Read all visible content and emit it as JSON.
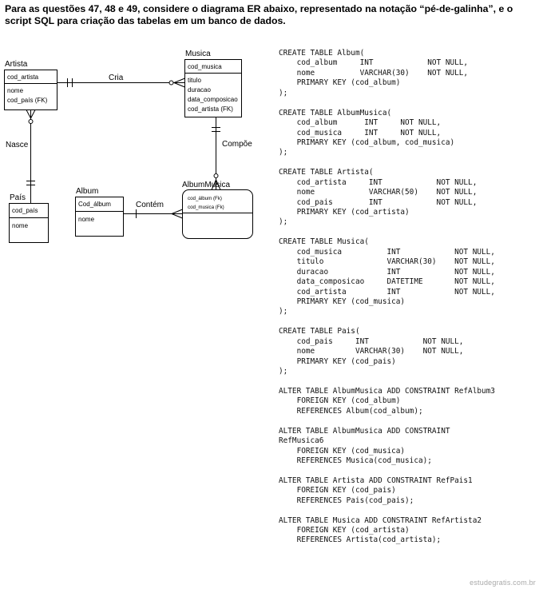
{
  "intro": "Para as questões 47, 48 e 49, considere o diagrama ER abaixo, representado na notação “pé-de-galinha”, e o script SQL para criação das tabelas em um banco de dados.",
  "diagram": {
    "entities": {
      "artista": {
        "name": "Artista",
        "pk": "cod_artista",
        "attrs": [
          "nome",
          "cod_país (FK)"
        ]
      },
      "musica": {
        "name": "Musica",
        "pk": "cod_musica",
        "attrs": [
          "titulo",
          "duracao",
          "data_composicao",
          "cod_artista (FK)"
        ]
      },
      "pais": {
        "name": "País",
        "pk": "cod_país",
        "attrs": [
          "nome"
        ]
      },
      "album": {
        "name": "Album",
        "pk": "Cod_álbum",
        "attrs": [
          "nome"
        ]
      },
      "albummusica": {
        "name": "AlbumMusica",
        "pk_lines": [
          "cod_álbum (Fk)",
          "cod_musica (Fk)"
        ]
      }
    },
    "relationships": {
      "cria": "Cria",
      "nasce": "Nasce",
      "compoe": "Compõe",
      "contem": "Contém"
    }
  },
  "sql_lines": [
    "CREATE TABLE Album(",
    "    cod_album     INT            NOT NULL,",
    "    nome          VARCHAR(30)    NOT NULL,",
    "    PRIMARY KEY (cod_album)",
    ");",
    "",
    "CREATE TABLE AlbumMusica(",
    "    cod_album      INT     NOT NULL,",
    "    cod_musica     INT     NOT NULL,",
    "    PRIMARY KEY (cod_album, cod_musica)",
    ");",
    "",
    "CREATE TABLE Artista(",
    "    cod_artista     INT            NOT NULL,",
    "    nome            VARCHAR(50)    NOT NULL,",
    "    cod_pais        INT            NOT NULL,",
    "    PRIMARY KEY (cod_artista)",
    ");",
    "",
    "CREATE TABLE Musica(",
    "    cod_musica          INT            NOT NULL,",
    "    titulo              VARCHAR(30)    NOT NULL,",
    "    duracao             INT            NOT NULL,",
    "    data_composicao     DATETIME       NOT NULL,",
    "    cod_artista         INT            NOT NULL,",
    "    PRIMARY KEY (cod_musica)",
    ");",
    "",
    "CREATE TABLE Pais(",
    "    cod_pais     INT            NOT NULL,",
    "    nome         VARCHAR(30)    NOT NULL,",
    "    PRIMARY KEY (cod_pais)",
    ");",
    "",
    "ALTER TABLE AlbumMusica ADD CONSTRAINT RefAlbum3",
    "    FOREIGN KEY (cod_album)",
    "    REFERENCES Album(cod_album);",
    "",
    "ALTER TABLE AlbumMusica ADD CONSTRAINT",
    "RefMusica6",
    "    FOREIGN KEY (cod_musica)",
    "    REFERENCES Musica(cod_musica);",
    "",
    "ALTER TABLE Artista ADD CONSTRAINT RefPais1",
    "    FOREIGN KEY (cod_pais)",
    "    REFERENCES Pais(cod_pais);",
    "",
    "ALTER TABLE Musica ADD CONSTRAINT RefArtista2",
    "    FOREIGN KEY (cod_artista)",
    "    REFERENCES Artista(cod_artista);"
  ],
  "watermark": "estudegratis.com.br"
}
